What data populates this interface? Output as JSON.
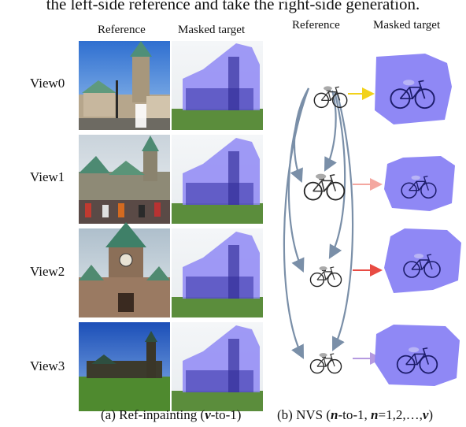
{
  "top_text": "the left-side reference and take the right-side generation.",
  "panel_a": {
    "header_reference": "Reference",
    "header_masked": "Masked target",
    "views": [
      "View0",
      "View1",
      "View2",
      "View3"
    ],
    "caption_prefix": "(a) Ref-inpainting (",
    "caption_var": "v",
    "caption_suffix": "-to-1)"
  },
  "panel_b": {
    "header_reference": "Reference",
    "header_masked": "Masked target",
    "caption_prefix": "(b) NVS (",
    "caption_n1": "n",
    "caption_mid": "-to-1, ",
    "caption_n2": "n",
    "caption_eq": "=1,2,…,",
    "caption_v": "v",
    "caption_end": ")"
  },
  "colors": {
    "mask": "#8f88f5",
    "arrow_gray": "#7a8fa8",
    "arrow_yellow": "#f2d21b",
    "arrow_pink": "#f4a7a0",
    "arrow_red": "#e84b43",
    "arrow_purple": "#b59ae0"
  }
}
